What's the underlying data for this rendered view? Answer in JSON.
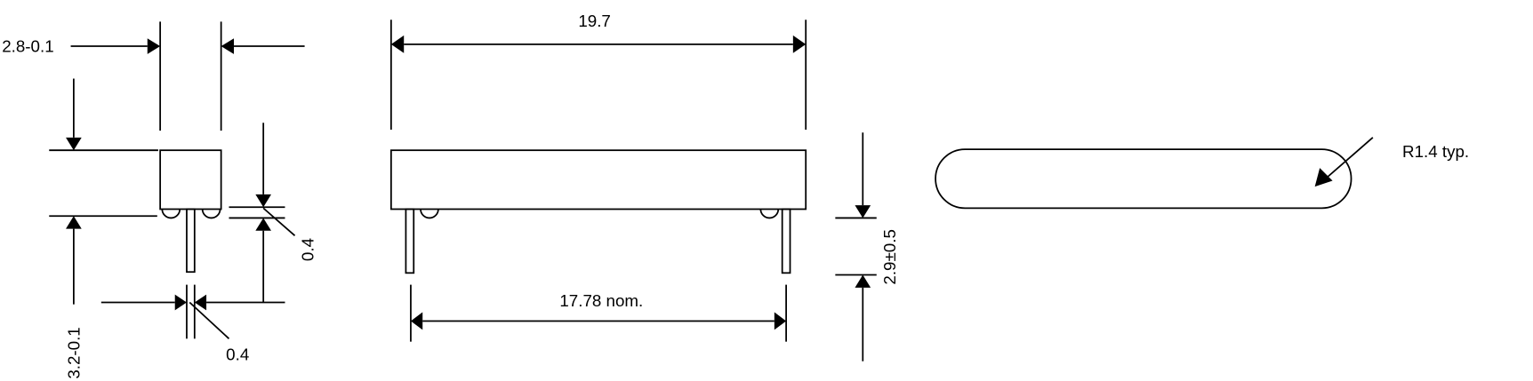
{
  "drawing": {
    "side_view": {
      "width_label": "2.8-0.1",
      "height_label": "3.2-0.1",
      "standoff_label": "0.4",
      "pin_width_label": "0.4"
    },
    "front_view": {
      "length_label": "19.7",
      "pin_pitch_label": "17.78 nom.",
      "pin_length_label": "2.9±0.5"
    },
    "top_view": {
      "radius_label": "R1.4 typ."
    },
    "colors": {
      "line": "#000000",
      "background": "#ffffff"
    }
  }
}
